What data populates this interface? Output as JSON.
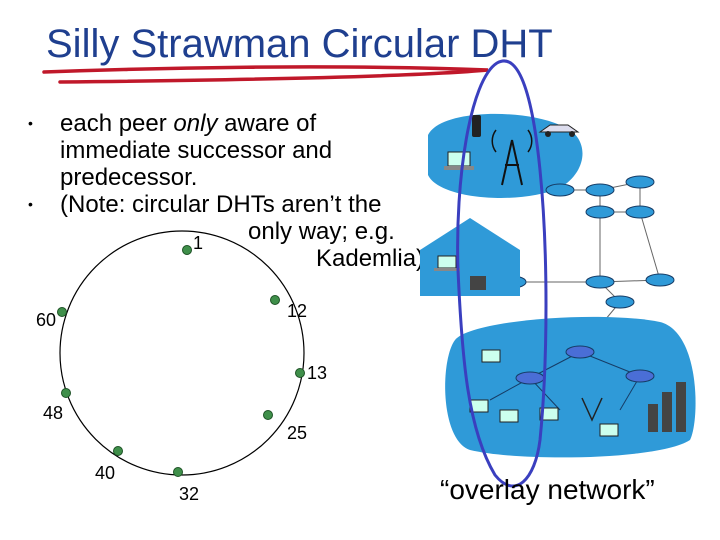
{
  "slide": {
    "title": "Silly Strawman Circular DHT",
    "bullets": [
      {
        "parts": [
          "each peer ",
          "only",
          " aware of immediate successor and predecessor."
        ]
      },
      {
        "lines": [
          "(Note: circular DHTs aren’t the",
          "only way; e.g.",
          "Kademlia)"
        ]
      }
    ],
    "ring_nodes": [
      "1",
      "12",
      "13",
      "25",
      "32",
      "40",
      "48",
      "60"
    ],
    "caption": "“overlay network”"
  },
  "colors": {
    "title": "#1f3f8f",
    "underline": "#c0182a",
    "node": "#3f8f4a",
    "overlay": "#3a3fbf",
    "network_bg": "#2f9ad8"
  },
  "icons": [
    "router-icon",
    "laptop-icon",
    "server-icon",
    "cell-tower-icon",
    "phone-icon",
    "car-icon",
    "house-icon",
    "wifi-icon"
  ]
}
